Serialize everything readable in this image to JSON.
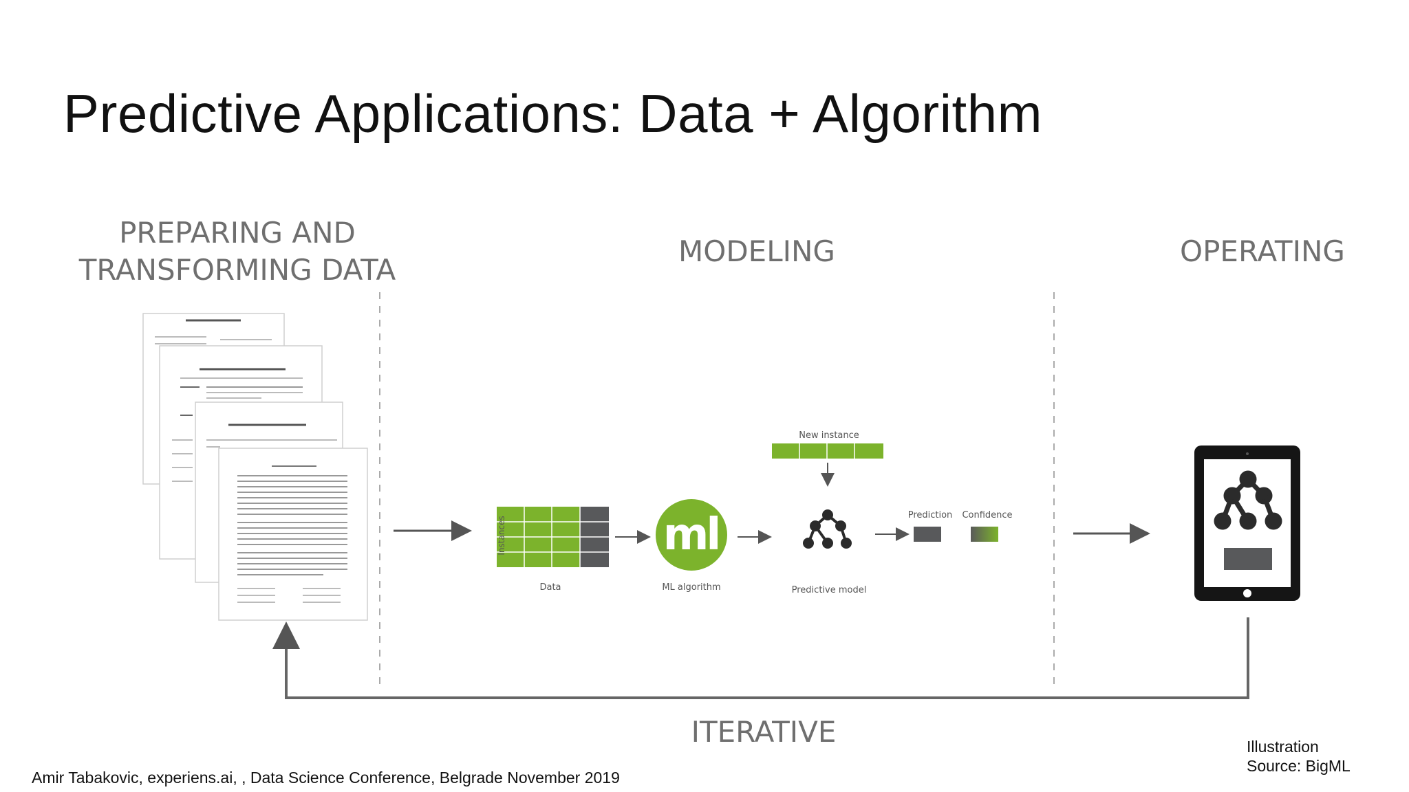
{
  "slide": {
    "title": "Predictive Applications: Data + Algorithm",
    "footer": "Amir Tabakovic, experiens.ai, , Data Science Conference, Belgrade November 2019",
    "credit_line1": "Illustration",
    "credit_line2": "Source: BigML"
  },
  "stages": {
    "preparing_line1": "PREPARING AND",
    "preparing_line2": "TRANSFORMING DATA",
    "modeling": "MODELING",
    "operating": "OPERATING",
    "iterative": "ITERATIVE"
  },
  "modeling": {
    "instances_label": "Instances",
    "data_label": "Data",
    "ml_logo_text": "ml",
    "ml_label": "ML algorithm",
    "new_instance_label": "New instance",
    "model_label": "Predictive model",
    "prediction_label": "Prediction",
    "confidence_label": "Confidence"
  },
  "colors": {
    "accent_green": "#7cb32c",
    "dark_gray": "#58595b",
    "mid_gray": "#777777",
    "text_gray": "#6f6f6f"
  },
  "icons": [
    "documents-icon",
    "data-grid-icon",
    "ml-logo-icon",
    "tree-model-icon",
    "tablet-icon"
  ]
}
